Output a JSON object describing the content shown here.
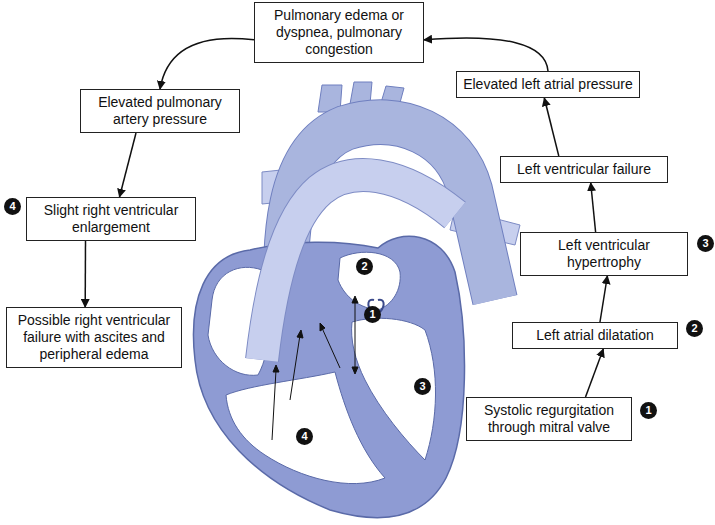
{
  "diagram": {
    "nodes": [
      {
        "text": [
          "Systolic regurgitation through mitral valve"
        ]
      },
      {
        "text": [
          "Left atrial dilatation"
        ]
      },
      {
        "text": [
          "Left ventricular hypertrophy"
        ]
      },
      {
        "text": [
          "Left ventricular failure"
        ]
      },
      {
        "text": [
          "Elevated left atrial pressure"
        ]
      },
      {
        "text": [
          "Pulmonary edema or dyspnea, pulmonary congestion"
        ]
      },
      {
        "text": [
          "Elevated pulmonary artery pressure"
        ]
      },
      {
        "text": [
          "Slight right ventricular enlargement"
        ]
      },
      {
        "text": [
          "Possible right ventricular failure with ascites and peripheral edema"
        ]
      }
    ],
    "edges": [
      {
        "from": 0,
        "to": 1,
        "arrow": "to"
      },
      {
        "from": 1,
        "to": 2,
        "arrow": "to"
      },
      {
        "from": 2,
        "to": 3,
        "arrow": "to"
      },
      {
        "from": 3,
        "to": 4,
        "arrow": "to"
      },
      {
        "from": 4,
        "to": 5,
        "arrow": "to"
      },
      {
        "from": 5,
        "to": 6,
        "arrow": "to"
      },
      {
        "from": 6,
        "to": 7,
        "arrow": "to"
      },
      {
        "from": 7,
        "to": 8,
        "arrow": "to"
      }
    ],
    "labels": [
      "1",
      "2",
      "3",
      "4",
      "2",
      "1",
      "3",
      "4"
    ]
  }
}
